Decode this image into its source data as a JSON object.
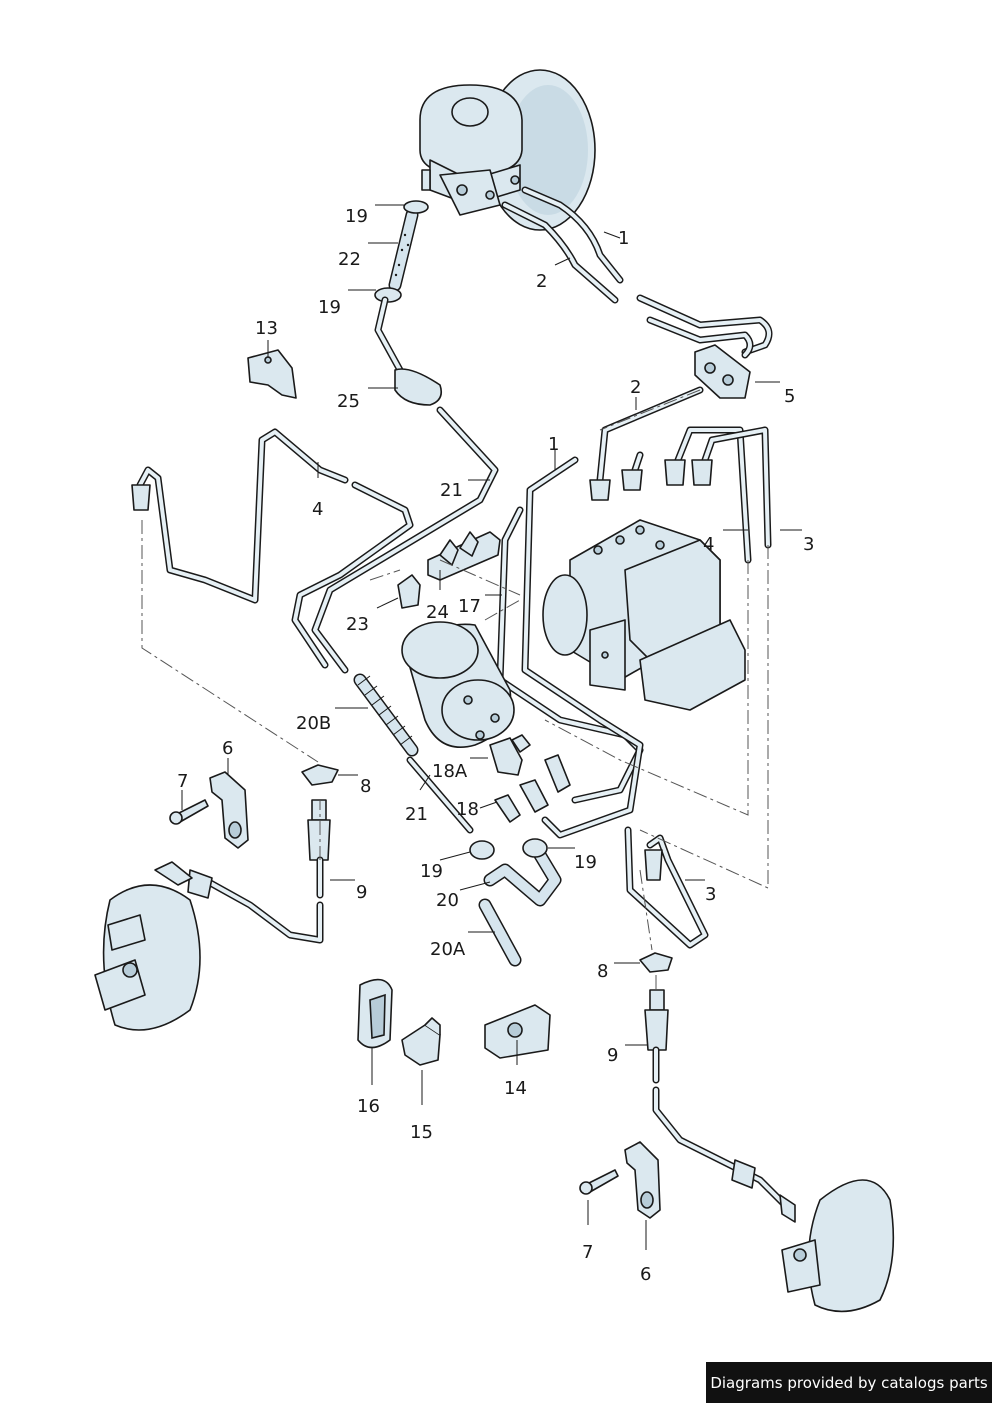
{
  "callouts": {
    "c1a": "1",
    "c1b": "1",
    "c2a": "2",
    "c2b": "2",
    "c3a": "3",
    "c3b": "3",
    "c4a": "4",
    "c4b": "4",
    "c5": "5",
    "c6a": "6",
    "c6b": "6",
    "c7a": "7",
    "c7b": "7",
    "c8a": "8",
    "c8b": "8",
    "c9a": "9",
    "c9b": "9",
    "c13": "13",
    "c14": "14",
    "c15": "15",
    "c16": "16",
    "c17": "17",
    "c18": "18",
    "c18A": "18A",
    "c19a": "19",
    "c19b": "19",
    "c19c": "19",
    "c19d": "19",
    "c20": "20",
    "c20A": "20A",
    "c20B": "20B",
    "c21a": "21",
    "c21b": "21",
    "c22": "22",
    "c23": "23",
    "c24": "24",
    "c25": "25"
  },
  "credit": "Diagrams provided by catalogs parts"
}
